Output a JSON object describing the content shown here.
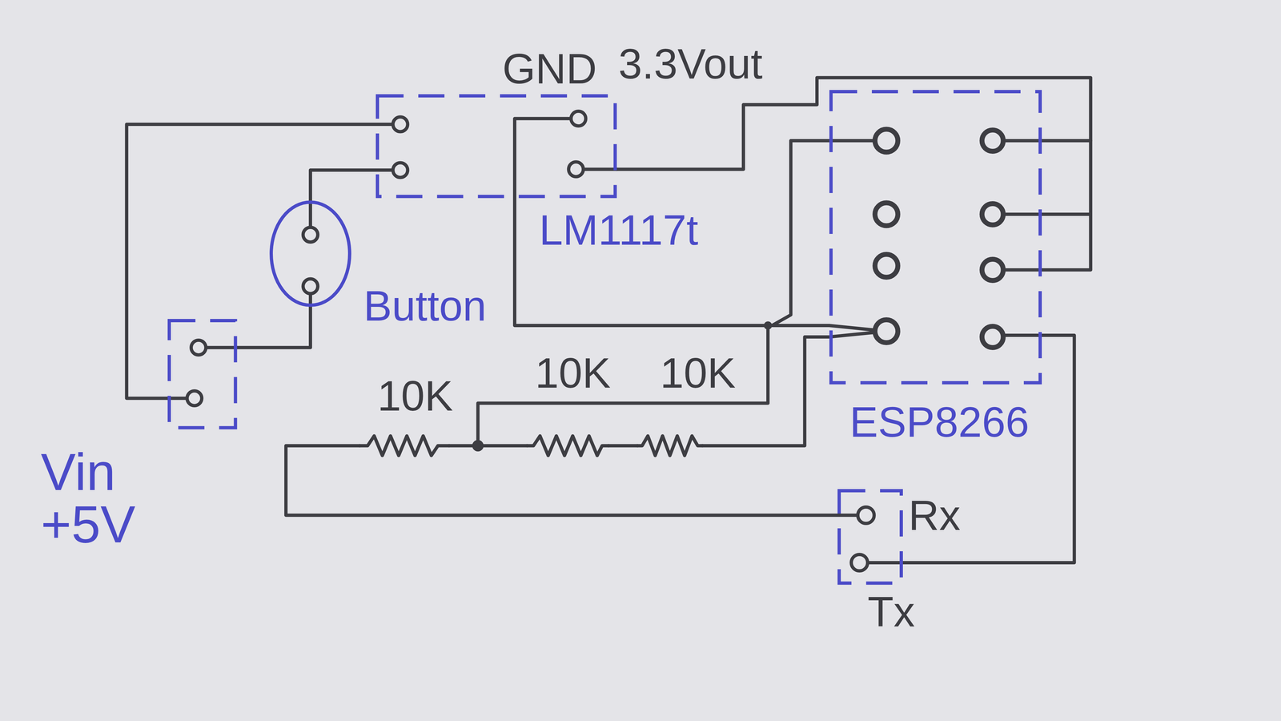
{
  "diagram": {
    "nodes": [
      {
        "text": [
          "LM1117t"
        ]
      },
      {
        "text": [
          "ESP8266"
        ]
      },
      {
        "text": [
          "Button"
        ]
      },
      {
        "text": [
          "Vin +5V"
        ]
      },
      {
        "text": [
          "Rx",
          "Tx"
        ]
      }
    ],
    "edges": [
      {
        "from": 3,
        "to": 0,
        "arrow": "none"
      },
      {
        "from": 3,
        "to": 2,
        "arrow": "none"
      },
      {
        "from": 2,
        "to": 0,
        "arrow": "none"
      },
      {
        "from": 0,
        "to": 1,
        "arrow": "none"
      },
      {
        "from": 0,
        "to": 1,
        "arrow": "none"
      },
      {
        "from": 4,
        "to": 1,
        "arrow": "none"
      },
      {
        "from": 4,
        "to": 1,
        "arrow": "none"
      }
    ],
    "labels": [
      "GND",
      "3.3Vout",
      "10K",
      "10K",
      "10K"
    ]
  }
}
